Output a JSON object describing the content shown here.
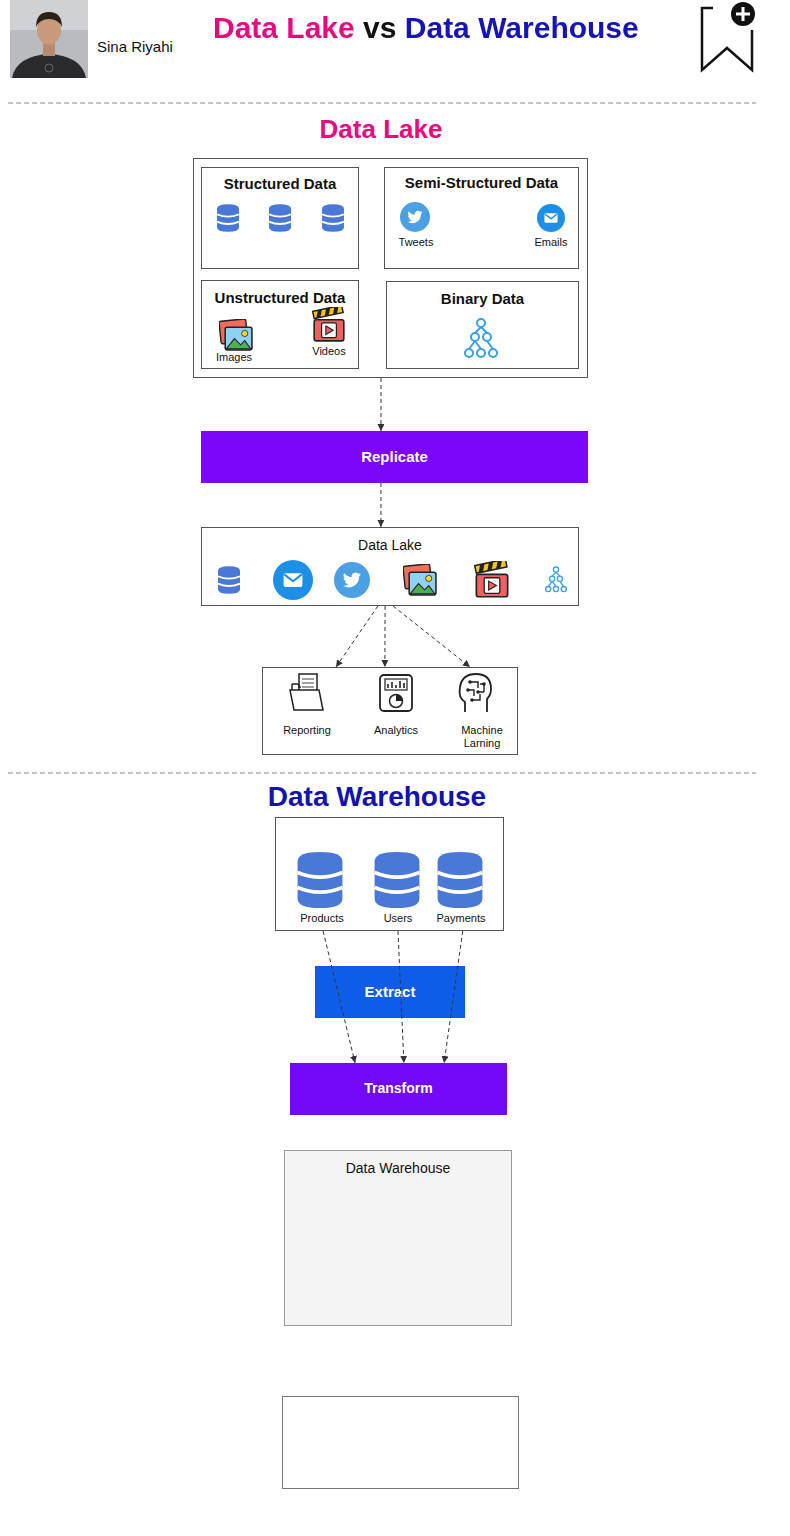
{
  "diagram": {
    "title": "Data Lake vs Data Warehouse",
    "nodes": [
      {
        "text": []
      },
      {
        "text": [
          "Structured Data"
        ],
        "in": 0
      },
      {
        "text": [
          "Semi-Structured Data",
          "Tweets",
          "Emails"
        ],
        "in": 0
      },
      {
        "text": [
          "Unstructured Data",
          "Images",
          "Videos"
        ],
        "in": 0
      },
      {
        "text": [
          "Binary Data"
        ],
        "in": 0
      },
      {
        "text": [
          "Replicate"
        ]
      },
      {
        "text": [
          "Data Lake"
        ]
      },
      {
        "text": [
          "Reporting",
          "Analytics",
          "Machine Larning"
        ]
      },
      {
        "text": [
          "Products",
          "Users",
          "Payments"
        ]
      },
      {
        "text": [
          "Extract"
        ]
      },
      {
        "text": [
          "Transform"
        ]
      },
      {
        "text": [
          "Data Warehouse"
        ]
      }
    ],
    "edges": [
      {
        "from": 0,
        "to": 5,
        "arrow": "to"
      },
      {
        "from": 5,
        "to": 6,
        "arrow": "to"
      },
      {
        "from": 6,
        "to": 7,
        "arrow": "to"
      },
      {
        "from": 6,
        "to": 7,
        "arrow": "to"
      },
      {
        "from": 6,
        "to": 7,
        "arrow": "to"
      },
      {
        "from": 8,
        "to": 10,
        "arrow": "to"
      },
      {
        "from": 8,
        "to": 10,
        "arrow": "to"
      },
      {
        "from": 8,
        "to": 10,
        "arrow": "to"
      }
    ],
    "labels": [
      "Sina Riyahi",
      "Data Lake",
      "Data Warehouse"
    ]
  }
}
